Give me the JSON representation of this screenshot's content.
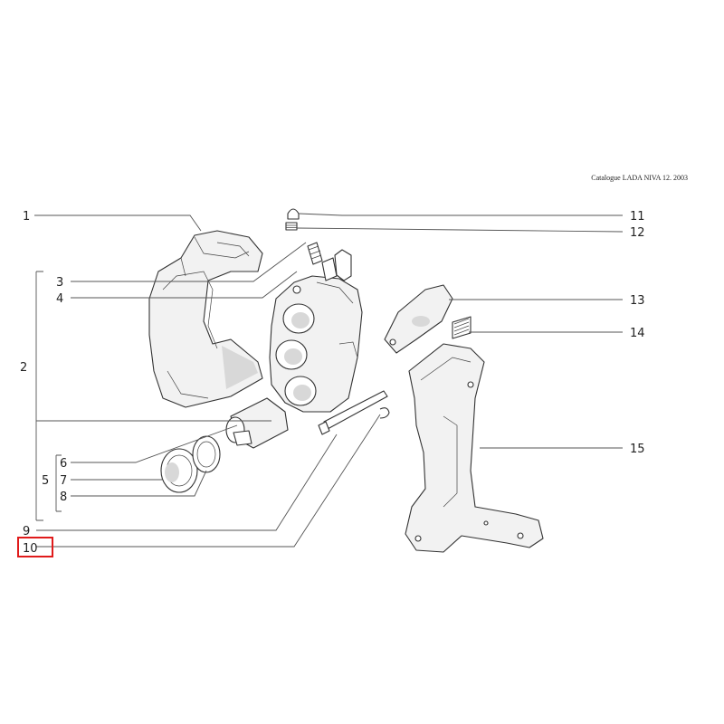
{
  "header": {
    "catalogue": "Catalogue LADA NIVA 12. 2003"
  },
  "callouts": {
    "c1": "1",
    "c2": "2",
    "c3": "3",
    "c4": "4",
    "c5": "5",
    "c6": "6",
    "c7": "7",
    "c8": "8",
    "c9": "9",
    "c10": "10",
    "c11": "11",
    "c12": "12",
    "c13": "13",
    "c14": "14",
    "c15": "15"
  },
  "highlight": {
    "selected_callout": "10",
    "color": "#e01b1b"
  }
}
